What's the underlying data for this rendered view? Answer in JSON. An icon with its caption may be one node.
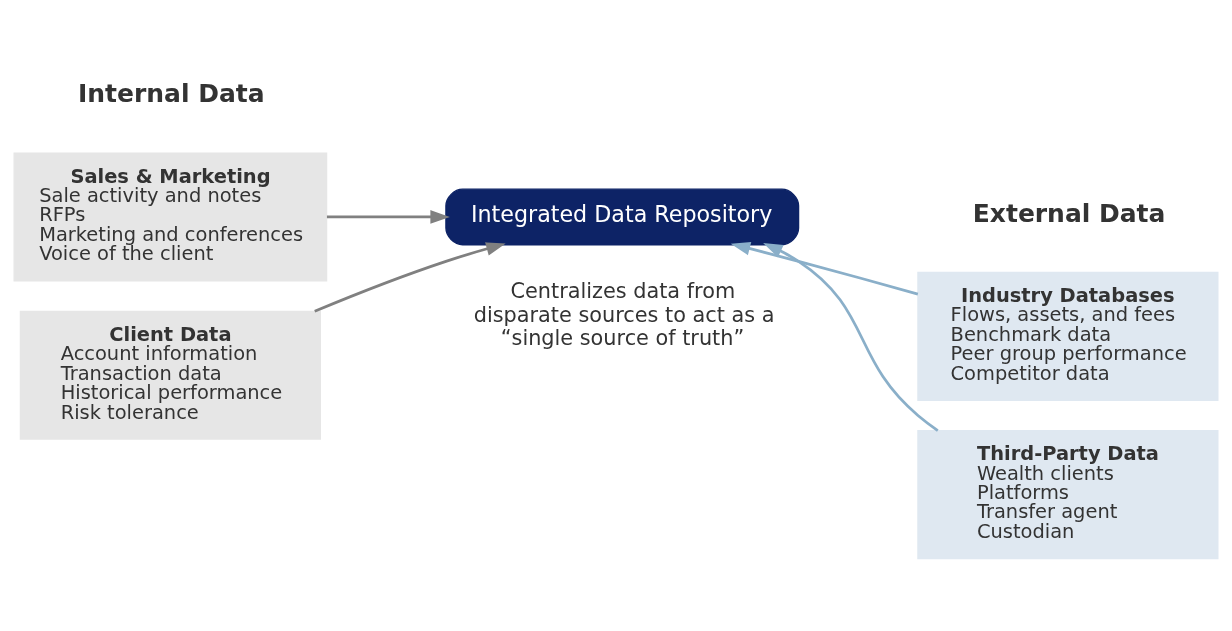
{
  "diagram": {
    "nodes": [
      {
        "text": [
          "Sales & Marketing",
          "Sale activity and notes",
          "RFPs",
          "Marketing and conferences",
          "Voice of the client"
        ]
      },
      {
        "text": [
          "Client Data",
          "Account information",
          "Transaction data",
          "Historical performance",
          "Risk tolerance"
        ]
      },
      {
        "text": [
          "Integrated Data Repository"
        ],
        "beside": [
          "Centralizes data from disparate sources to act as a “single source of truth”"
        ]
      },
      {
        "text": [
          "Industry Databases",
          "Flows, assets, and fees",
          "Benchmark data",
          "Peer group performance",
          "Competitor data"
        ]
      },
      {
        "text": [
          "Third-Party Data",
          "Wealth clients",
          "Platforms",
          "Transfer agent",
          "Custodian"
        ]
      }
    ],
    "edges": [
      {
        "from": 0,
        "to": 2,
        "arrow": "to",
        "color": "#808080"
      },
      {
        "from": 1,
        "to": 2,
        "arrow": "to",
        "color": "#808080"
      },
      {
        "from": 3,
        "to": 2,
        "arrow": "to",
        "color": "#8aafc9"
      },
      {
        "from": 4,
        "to": 2,
        "arrow": "to",
        "color": "#8aafc9"
      }
    ],
    "labels": [
      "Internal Data",
      "External Data"
    ]
  }
}
